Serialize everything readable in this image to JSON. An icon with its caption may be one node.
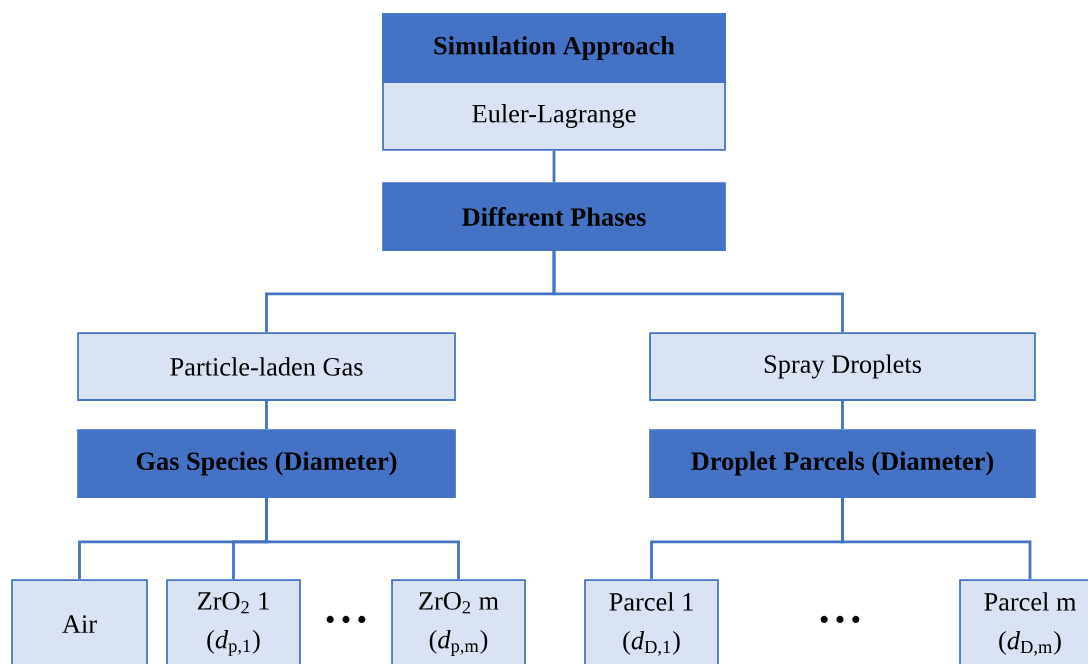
{
  "diagram": {
    "nodes": [
      {
        "text": [
          "Simulation Approach",
          "Euler-Lagrange"
        ]
      },
      {
        "text": [
          "Different Phases"
        ]
      },
      {
        "text": [
          "Particle-laden Gas"
        ]
      },
      {
        "text": [
          "Spray Droplets"
        ]
      },
      {
        "text": [
          "Gas Species (Diameter)"
        ]
      },
      {
        "text": [
          "Droplet Parcels (Diameter)"
        ]
      },
      {
        "text": [
          "Air"
        ]
      },
      {
        "text": [
          "ZrO$_{2}$ 1",
          "(*d*$_{p,1}$)"
        ]
      },
      {
        "text": [
          "ZrO$_{2}$ m",
          "(*d*$_{p,m}$)"
        ]
      },
      {
        "text": [
          "Parcel 1",
          "(*d*$_{D,1}$)"
        ]
      },
      {
        "text": [
          "Parcel m",
          "(*d*$_{D,m}$)"
        ]
      }
    ],
    "edges": [
      {
        "from": 0,
        "to": 1,
        "arrow": "none"
      },
      {
        "from": 1,
        "to": 2,
        "arrow": "none"
      },
      {
        "from": 1,
        "to": 3,
        "arrow": "none"
      },
      {
        "from": 2,
        "to": 4,
        "arrow": "none"
      },
      {
        "from": 3,
        "to": 5,
        "arrow": "none"
      },
      {
        "from": 4,
        "to": 6,
        "arrow": "none"
      },
      {
        "from": 4,
        "to": 7,
        "arrow": "none"
      },
      {
        "from": 4,
        "to": 8,
        "arrow": "none"
      },
      {
        "from": 5,
        "to": 9,
        "arrow": "none"
      },
      {
        "from": 5,
        "to": 10,
        "arrow": "none"
      }
    ],
    "labels": [
      "• • •",
      "• • •"
    ]
  }
}
